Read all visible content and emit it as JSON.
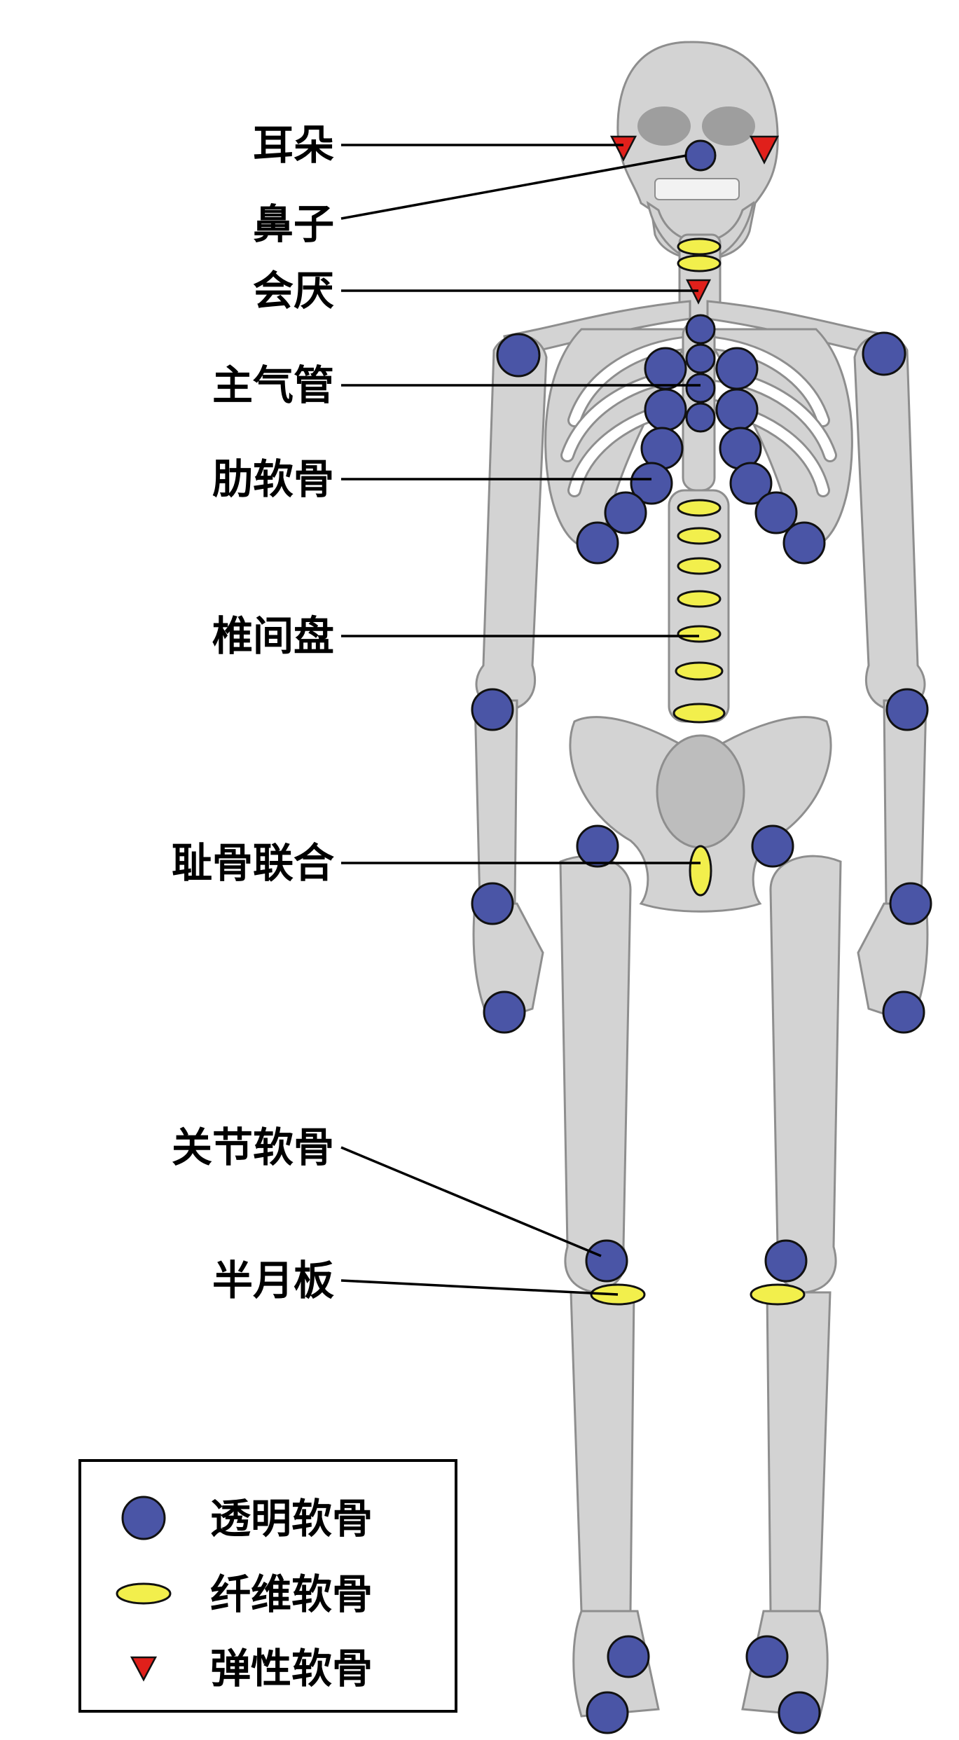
{
  "labels": {
    "ear": "耳朵",
    "nose": "鼻子",
    "epiglottis": "会厌",
    "trachea": "主气管",
    "costal": "肋软骨",
    "disc": "椎间盘",
    "pubic": "耻骨联合",
    "articular": "关节软骨",
    "meniscus": "半月板"
  },
  "legend": {
    "hyaline": "透明软骨",
    "fibro": "纤维软骨",
    "elastic": "弹性软骨"
  },
  "colors": {
    "bone": "#d3d3d3",
    "bone_stroke": "#8a8a8a",
    "hyaline": "#4a55a6",
    "fibro": "#f2ef4c",
    "elastic": "#e0201b",
    "line": "#000000"
  }
}
